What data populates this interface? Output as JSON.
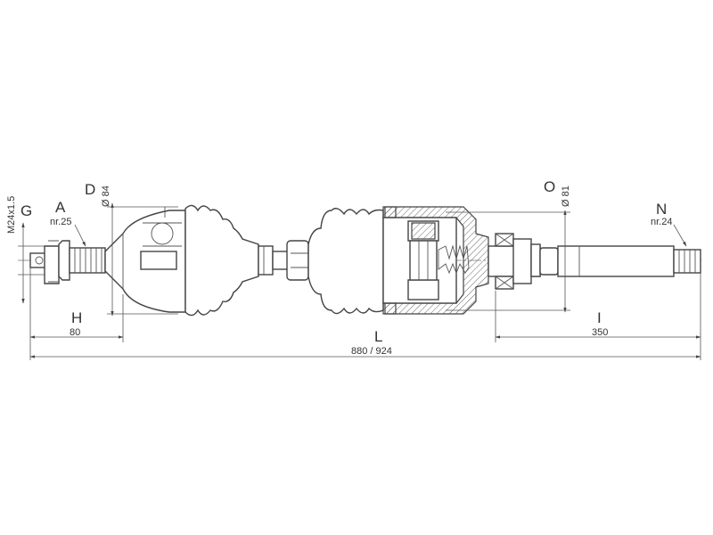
{
  "labels": {
    "G": "G",
    "thread": "M24x1.5",
    "A": "A",
    "A_spline": "nr.25",
    "D": "D",
    "D_dia": "Ø 84",
    "H": "H",
    "H_val": "80",
    "L": "L",
    "L_val": "880 / 924",
    "O": "O",
    "O_dia": "Ø 81",
    "N": "N",
    "N_spline": "nr.24",
    "I": "I",
    "I_val": "350"
  },
  "colors": {
    "line": "#444444",
    "background": "#ffffff"
  }
}
